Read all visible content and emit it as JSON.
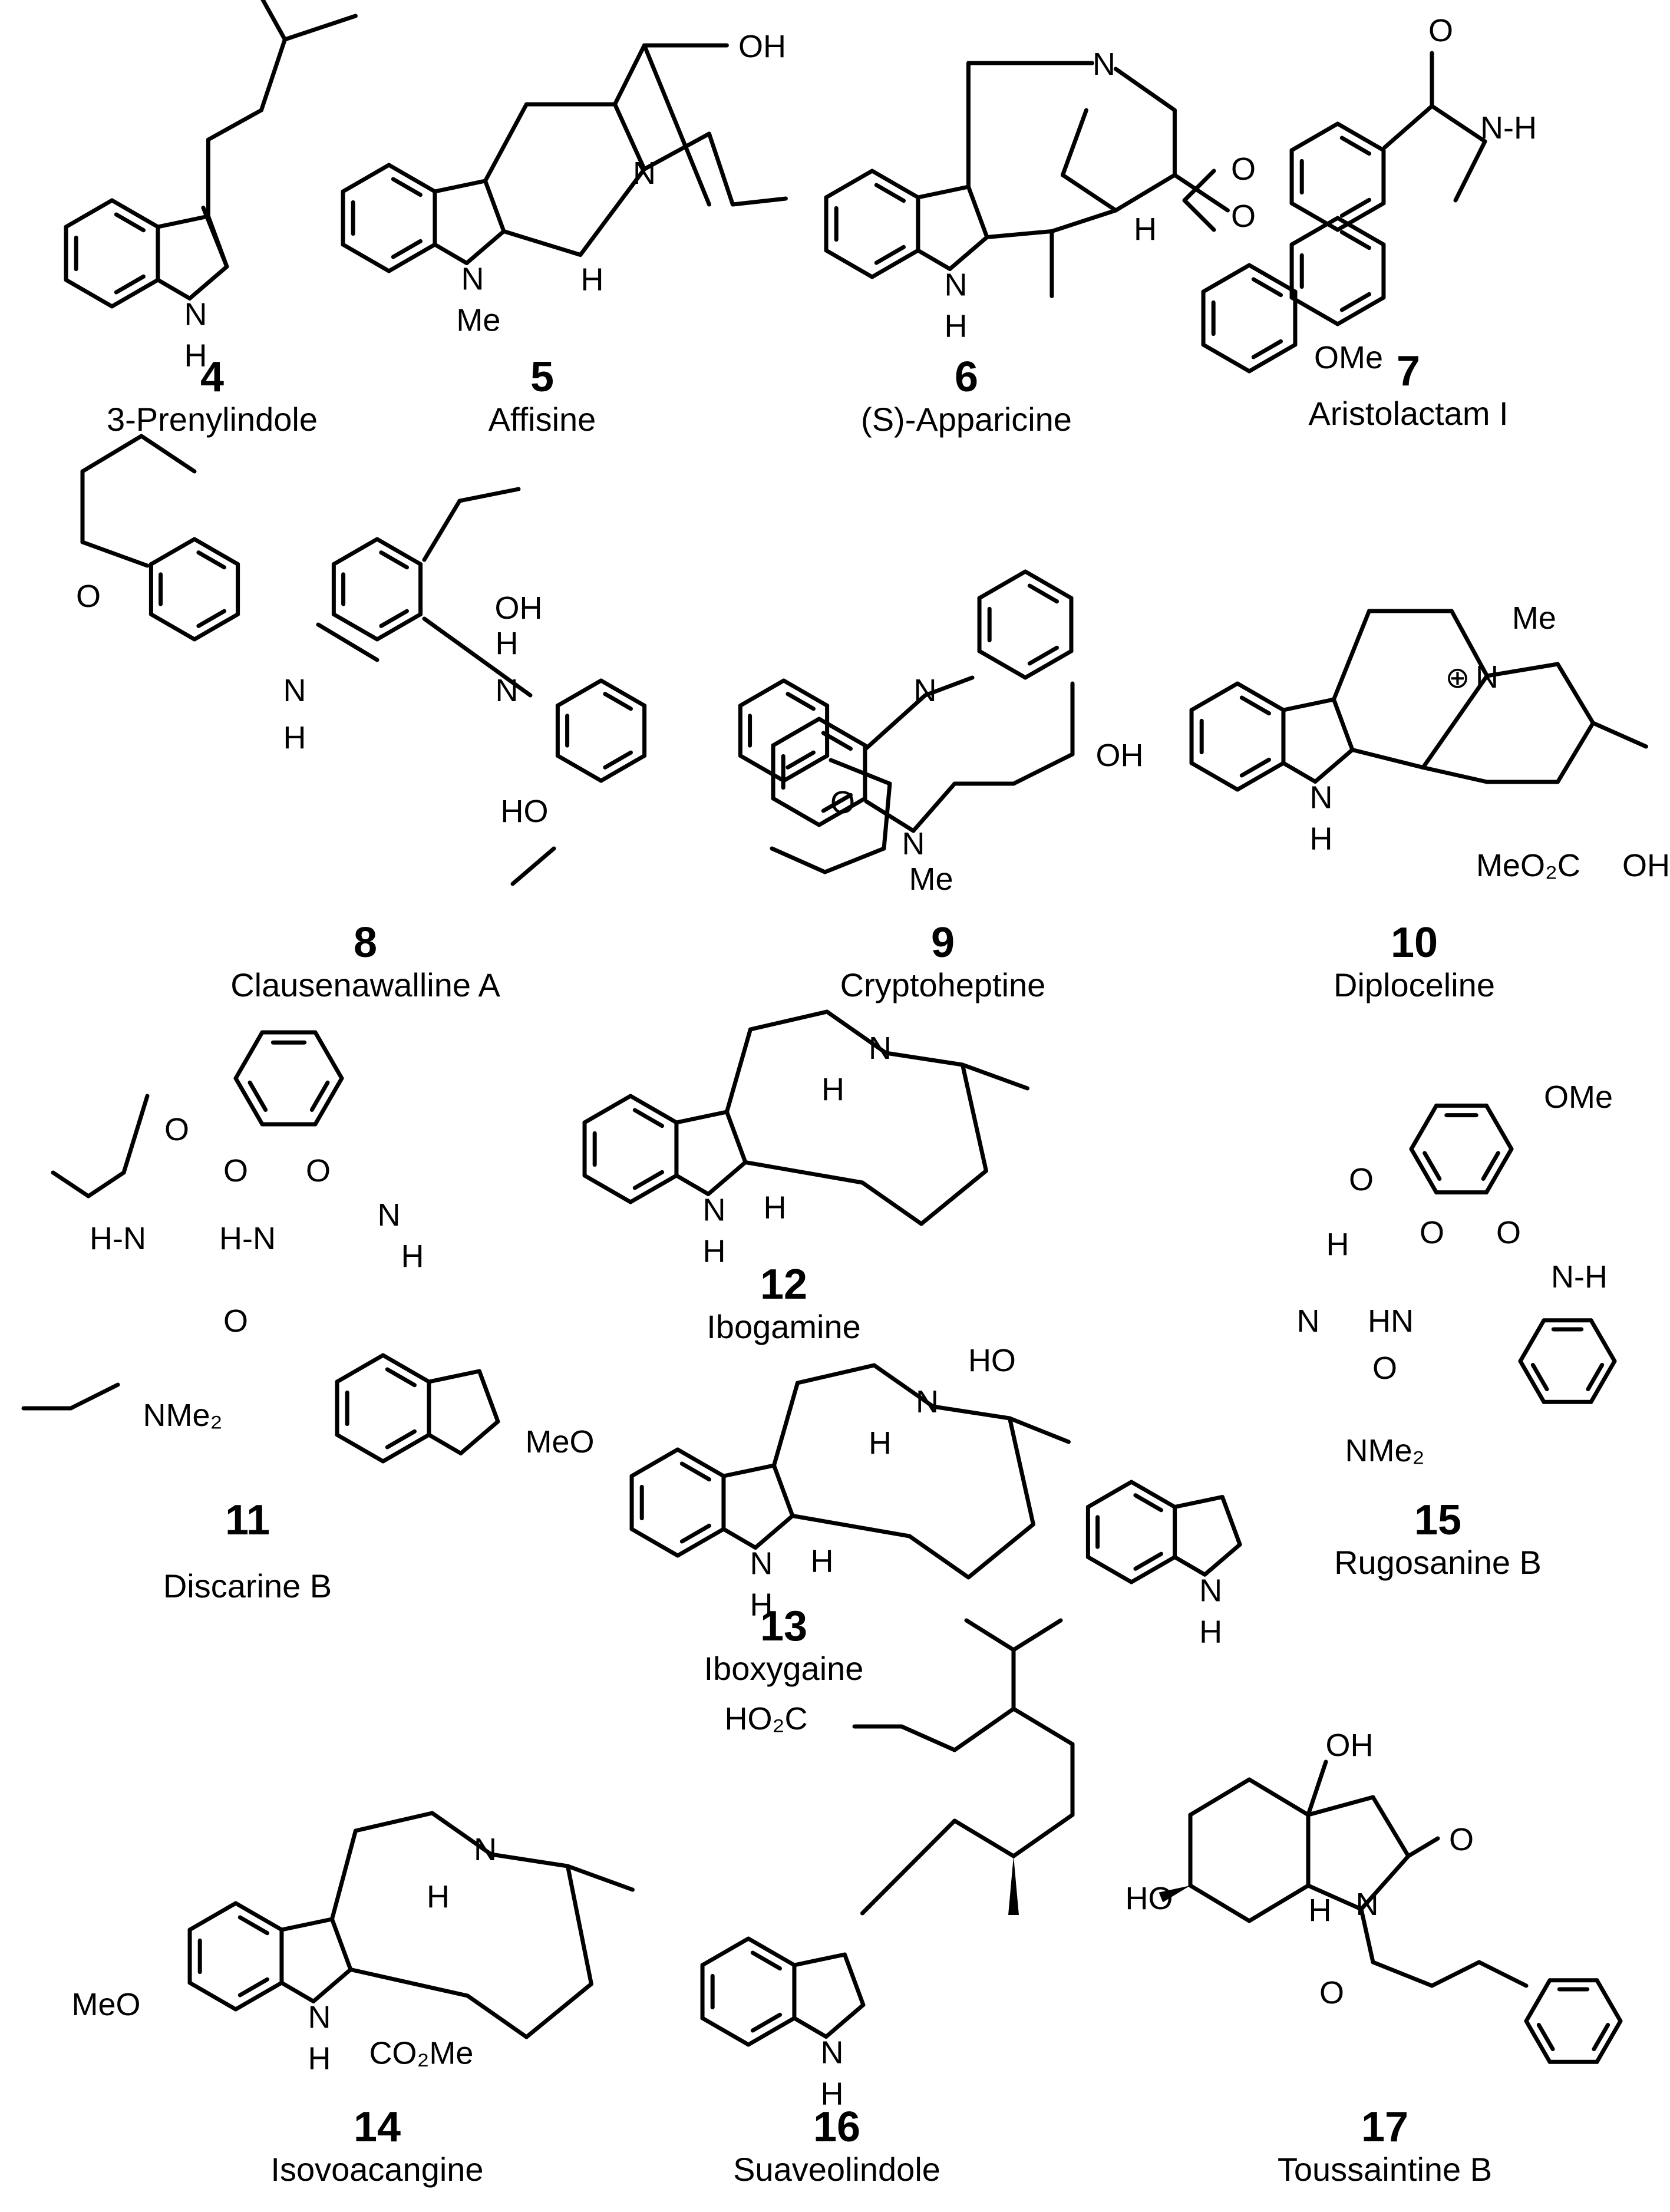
{
  "compounds": [
    {
      "number": "4",
      "name": "3-Prenylindole"
    },
    {
      "number": "5",
      "name": "Affisine"
    },
    {
      "number": "6",
      "name": "(S)-Apparicine"
    },
    {
      "number": "7",
      "name": "Aristolactam I"
    },
    {
      "number": "8",
      "name": "Clausenawalline A"
    },
    {
      "number": "9",
      "name": "Cryptoheptine"
    },
    {
      "number": "10",
      "name": "Diploceline"
    },
    {
      "number": "11",
      "name": "Discarine B"
    },
    {
      "number": "12",
      "name": "Ibogamine"
    },
    {
      "number": "13",
      "name": "Iboxygaine"
    },
    {
      "number": "15",
      "name": "Rugosanine B"
    },
    {
      "number": "14",
      "name": "Isovoacangine"
    },
    {
      "number": "16",
      "name": "Suaveolindole"
    },
    {
      "number": "17",
      "name": "Toussaintine B"
    }
  ],
  "atom_labels": {
    "NH": "N",
    "H": "H",
    "Me": "Me",
    "OH": "OH",
    "O": "O",
    "N": "N",
    "OMe": "OMe",
    "HO": "HO",
    "MeO": "MeO",
    "NMe2": "NMe₂",
    "CO2Me": "CO₂Me",
    "MeO2C": "MeO₂C",
    "HO2C": "HO₂C",
    "NH_label": "N-H",
    "HN": "HN",
    "HNminus": "H-N",
    "plus": "⊕"
  }
}
